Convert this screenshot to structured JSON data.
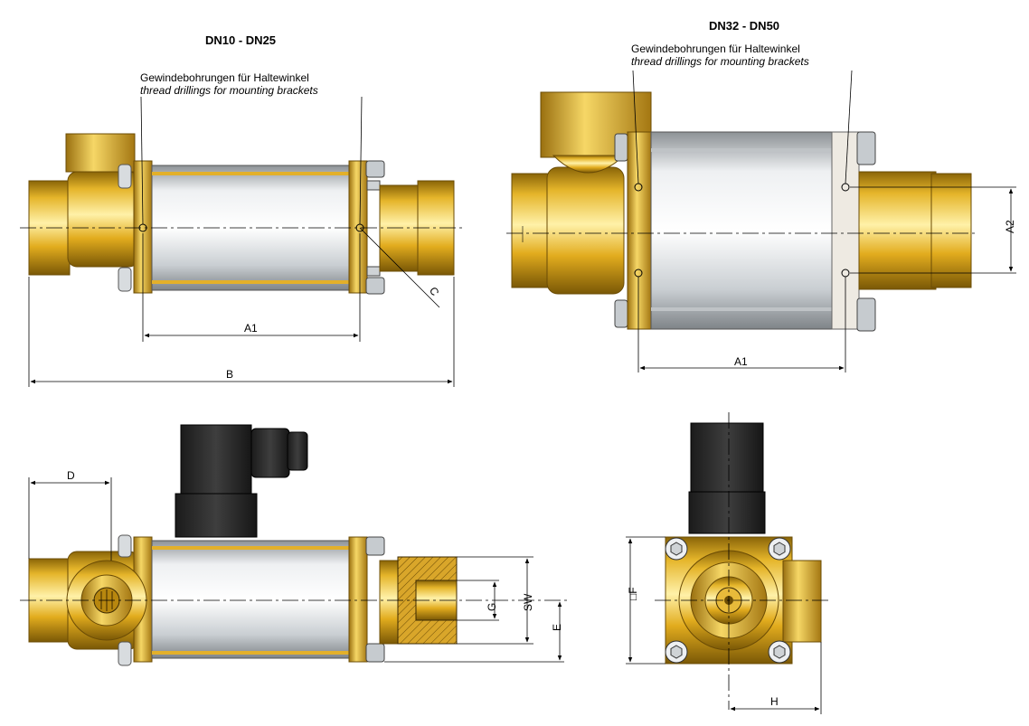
{
  "views": {
    "small": {
      "title": "DN10 - DN25",
      "note_de": "Gewindebohrungen für Haltewinkel",
      "note_en": "thread drillings for mounting brackets"
    },
    "large": {
      "title": "DN32 - DN50",
      "note_de": "Gewindebohrungen für Haltewinkel",
      "note_en": "thread drillings for mounting brackets"
    }
  },
  "dimensions": {
    "small_a1": "A1",
    "small_b": "B",
    "small_c": "C",
    "large_a1": "A1",
    "large_a2": "A2",
    "side_d": "D",
    "side_g": "G",
    "side_sw": "SW",
    "side_e": "E",
    "end_f": "□F",
    "end_h": "H"
  },
  "colors": {
    "brass": "#e6b323",
    "brass_dark": "#b8860b",
    "steel": "#d9dde0",
    "coil": "#262626",
    "hatch": "#c8961a"
  }
}
